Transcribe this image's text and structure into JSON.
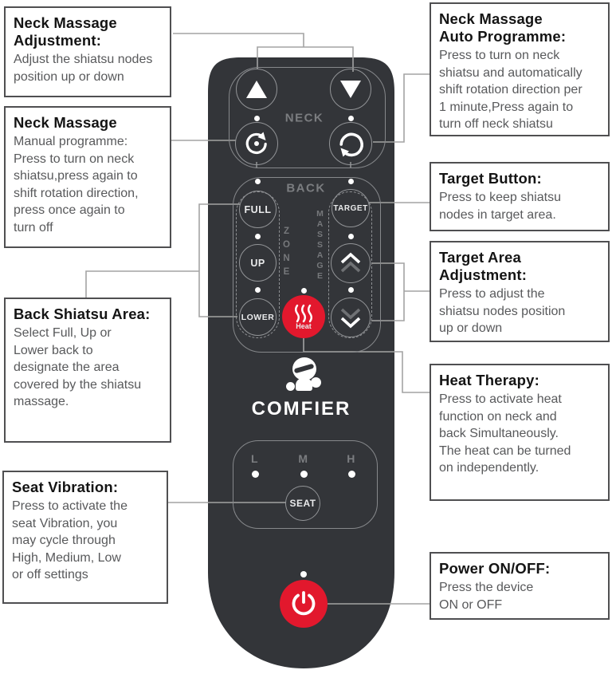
{
  "callouts": {
    "left": [
      {
        "title": "Neck Massage\nAdjustment:",
        "body": "Adjust the shiatsu nodes\nposition up or down"
      },
      {
        "title": "Neck Massage",
        "body": "Manual programme:\nPress to turn on neck\nshiatsu,press again to\nshift rotation direction,\npress once again to\nturn off"
      },
      {
        "title": "Back Shiatsu Area:",
        "body": "Select Full, Up or\nLower back to\ndesignate the area\ncovered by the shiatsu\nmassage."
      },
      {
        "title": "Seat Vibration:",
        "body": "Press to activate the\nseat Vibration, you\nmay cycle through\nHigh, Medium, Low\nor off settings"
      }
    ],
    "right": [
      {
        "title": "Neck Massage\nAuto Programme:",
        "body": "Press to turn on neck\nshiatsu and automatically\nshift rotation direction per\n1 minute,Press again to\nturn off neck shiatsu"
      },
      {
        "title": "Target Button:",
        "body": "Press to keep shiatsu\nnodes in target area."
      },
      {
        "title": "Target Area\nAdjustment:",
        "body": "Press to adjust the\nshiatsu nodes position\nup or down"
      },
      {
        "title": "Heat Therapy:",
        "body": "Press to activate heat\nfunction on neck and\nback Simultaneously.\nThe heat can be turned\non independently."
      },
      {
        "title": "Power ON/OFF:",
        "body": "Press the device\nON or OFF"
      }
    ]
  },
  "remote": {
    "brand": "COMFIER",
    "neck": {
      "label": "NECK"
    },
    "back": {
      "label": "BACK",
      "full": "FULL",
      "up": "UP",
      "lower": "LOWER",
      "target": "TARGET",
      "zone": "ZONE",
      "massage": "MASSAGE",
      "heat": "Heat"
    },
    "seat": {
      "low": "L",
      "medium": "M",
      "high": "H",
      "button": "SEAT"
    }
  },
  "colors": {
    "accent_red": "#e2182d",
    "remote_body": "#333539",
    "connector_gray": "#a3a3a3"
  }
}
